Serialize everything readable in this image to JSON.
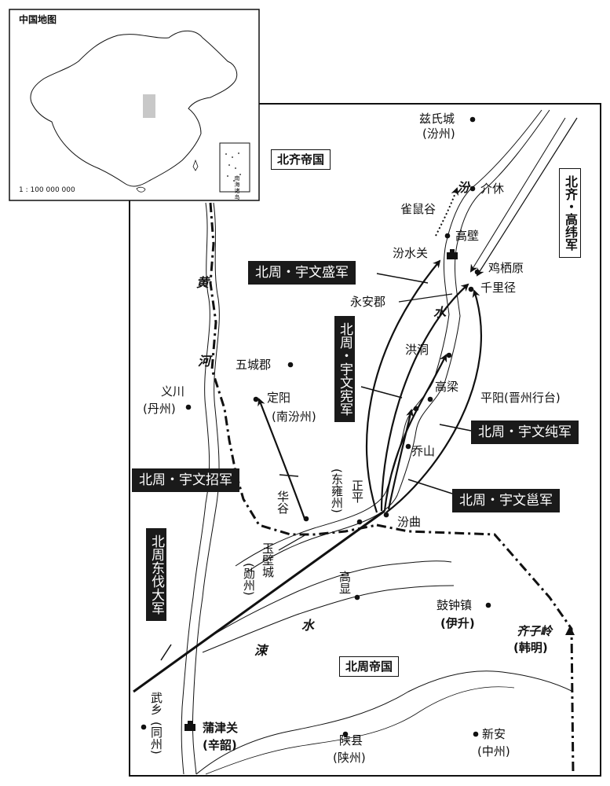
{
  "inset": {
    "title": "中国地图",
    "scale": "1 : 100 000 000",
    "sea_label": "南海诸岛"
  },
  "regions": {
    "north": "北齐帝国",
    "south": "北周帝国"
  },
  "rivers": {
    "fen_1": "汾",
    "fen_2": "水",
    "huang_1": "黄",
    "huang_2": "河",
    "su_1": "涑",
    "su_2": "水"
  },
  "places": {
    "cishicheng": "兹氏城",
    "cishicheng_sub": "(汾州)",
    "jiexiu": "介休",
    "queshugu": "雀鼠谷",
    "gaobi": "高壁",
    "fenshuiguan": "汾水关",
    "jiqiyuan": "鸡栖原",
    "qianlijing": "千里径",
    "yonganjun": "永安郡",
    "hongdong": "洪洞",
    "gaoliang": "高梁",
    "pingyang": "平阳(晋州行台)",
    "wuchengjun": "五城郡",
    "yichuan": "义川",
    "yichuan_sub": "(丹州)",
    "dingyang": "定阳",
    "dingyang_sub": "(南汾州)",
    "qiaoshan": "乔山",
    "huagu": "华谷",
    "dongyongzhou": "(东雍州)",
    "zhengping": "正平",
    "fenqu": "汾曲",
    "yubicheng": "玉壁城",
    "xunzhou": "(勋州)",
    "gaoxian": "高显",
    "guzhongzhen": "鼓钟镇",
    "guzhongzhen_sub": "(伊升)",
    "qiziling": "齐子岭",
    "qiziling_sub": "(韩明)",
    "wuxiang": "武乡",
    "tongzhou": "(同州)",
    "pujinguan": "蒲津关",
    "pujinguan_sub": "(辛韶)",
    "shanxian": "陕县",
    "shanxian_sub": "(陕州)",
    "xinan": "新安",
    "xinan_sub": "(中州)"
  },
  "armies": {
    "gaowei": "北齐・高纬军",
    "yuwensheng": "北周・宇文盛军",
    "yuwenxian": "北周・宇文宪军",
    "yuwenchun": "北周・宇文纯军",
    "yuwenzhao": "北周・宇文招军",
    "yuwenkai": "北周・宇文邕军",
    "dongfa": "北周东伐大军"
  },
  "colors": {
    "ink": "#111111",
    "highlight": "#c8c8c8",
    "box_dark": "#1a1a1a"
  }
}
